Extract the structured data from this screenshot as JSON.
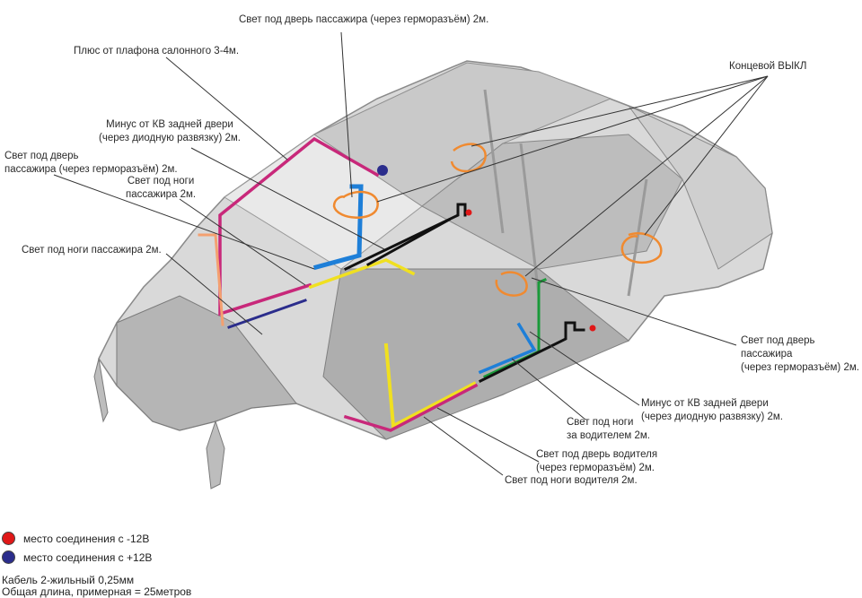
{
  "labels": {
    "l1": "Свет под дверь пассажира (через герморазъём) 2м.",
    "l2": "Плюс от плафона салонного 3-4м.",
    "l3": "Концевой ВЫКЛ",
    "l4a": "Минус от КВ задней двери",
    "l4b": "(через диодную развязку) 2м.",
    "l5a": "Свет под дверь",
    "l5b": "пассажира (через герморазъём) 2м.",
    "l6a": "Свет под ноги",
    "l6b": "пассажира 2м.",
    "l7": "Свет под ноги пассажира 2м.",
    "l8a": "Свет под дверь",
    "l8b": "пассажира",
    "l8c": "(через герморазъём) 2м.",
    "l9a": "Минус от КВ задней двери",
    "l9b": "(через диодную развязку) 2м.",
    "l10a": "Свет под ноги",
    "l10b": "за водителем 2м.",
    "l11a": "Свет под дверь водителя",
    "l11b": "(через герморазъём) 2м.",
    "l12": "Свет под ноги водителя 2м."
  },
  "legend": [
    {
      "color": "#e01818",
      "label": "место соединения с -12В"
    },
    {
      "color": "#2b2d8c",
      "label": "место соединения с +12В"
    }
  ],
  "notes": {
    "cable": "Кабель 2-жильный 0,25мм",
    "length": "Общая длина, примерная  = 25метров"
  },
  "colors": {
    "pink": "#c8287a",
    "yellow": "#f0e020",
    "blue": "#1e7fd8",
    "green": "#1a9a3a",
    "black": "#111111",
    "orange": "#f08a30",
    "salmon": "#f4a070",
    "navy": "#2b2d8c",
    "red": "#e01818"
  }
}
